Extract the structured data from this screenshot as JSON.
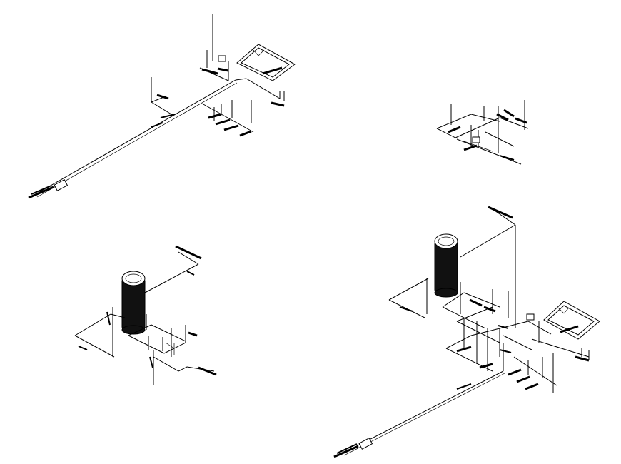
{
  "drawing": {
    "background": "#ffffff",
    "line_color": "#000000",
    "views": [
      {
        "id": "view-top-left",
        "description_icon": "isometric-pipe-network"
      },
      {
        "id": "view-top-right",
        "description_icon": "isometric-pipe-network"
      },
      {
        "id": "view-bottom-left",
        "description_icon": "isometric-pipe-network-with-tank"
      },
      {
        "id": "view-bottom-right",
        "description_icon": "isometric-pipe-network-with-tank"
      }
    ]
  }
}
